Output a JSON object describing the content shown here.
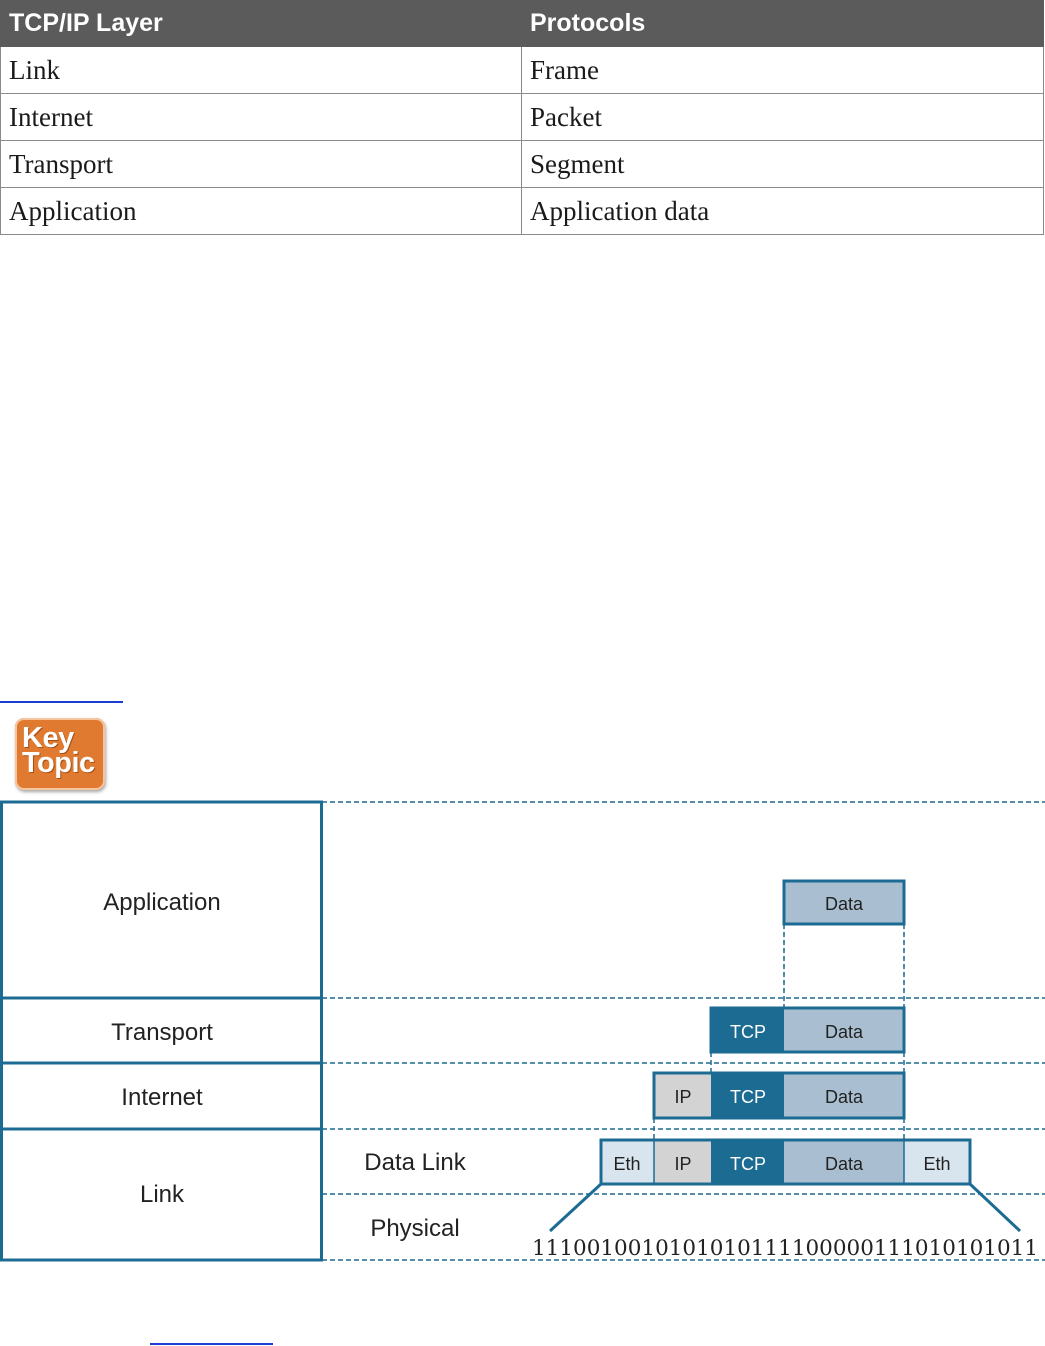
{
  "table": {
    "headers": [
      "TCP/IP Layer",
      "Protocols"
    ],
    "rows": [
      [
        "Link",
        "Frame"
      ],
      [
        "Internet",
        "Packet"
      ],
      [
        "Transport",
        "Segment"
      ],
      [
        "Application",
        "Application data"
      ]
    ]
  },
  "badge": {
    "line1": "Key",
    "line2": "Topic"
  },
  "diagram": {
    "layers": {
      "application": "Application",
      "transport": "Transport",
      "internet": "Internet",
      "link": "Link"
    },
    "sublayers": {
      "data_link": "Data Link",
      "physical": "Physical"
    },
    "fields": {
      "data": "Data",
      "tcp": "TCP",
      "ip": "IP",
      "eth": "Eth"
    },
    "bits": "1110010010101010111100000111010101011"
  },
  "colors": {
    "header_bg": "#5b5b5b",
    "accent_blue": "#1c6b93",
    "data_fill": "#a9bfd1",
    "ip_fill": "#d3d3d3",
    "eth_fill": "#d9e5ee",
    "badge_orange": "#e07a31"
  }
}
